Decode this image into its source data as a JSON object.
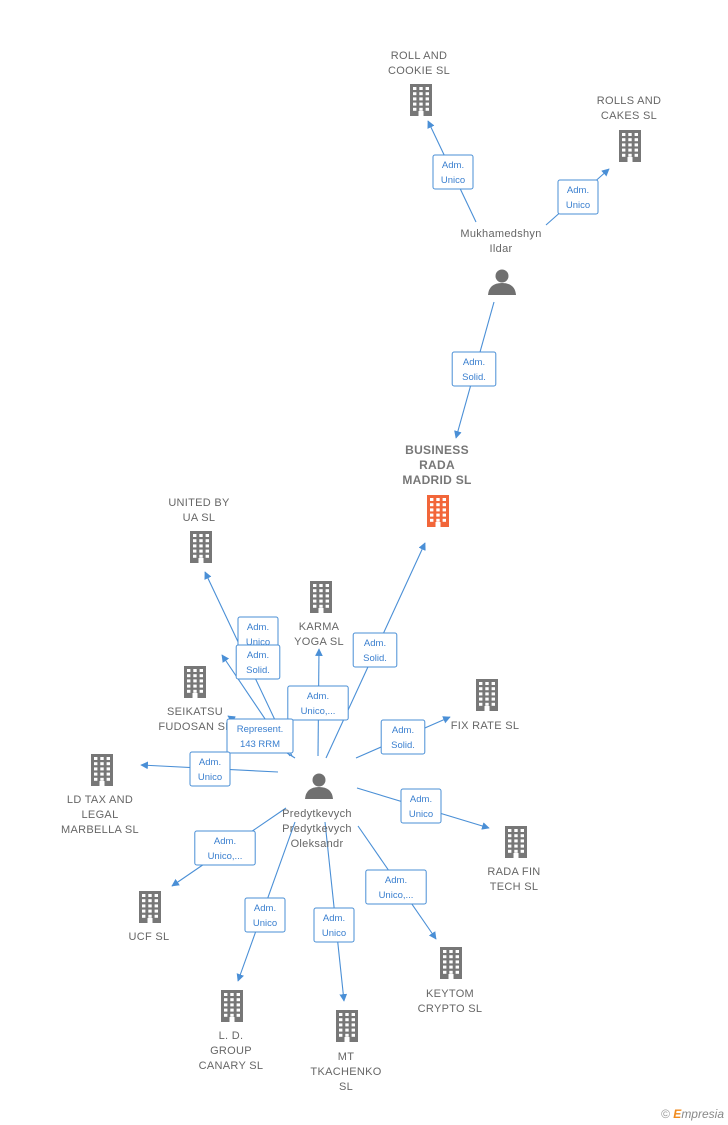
{
  "colors": {
    "edge": "#4a8fd6",
    "building": "#777777",
    "focus_building": "#f2663a",
    "person": "#707070",
    "label": "#666666"
  },
  "nodes": [
    {
      "id": "roll_and_cookie",
      "type": "company",
      "lines": [
        "ROLL AND",
        "COOKIE  SL"
      ]
    },
    {
      "id": "rolls_and_cakes",
      "type": "company",
      "lines": [
        "ROLLS AND",
        "CAKES  SL"
      ]
    },
    {
      "id": "mukhamedshyn",
      "type": "person",
      "lines": [
        "Mukhamedshyn",
        "Ildar"
      ]
    },
    {
      "id": "business_rada",
      "type": "company",
      "focus": true,
      "lines": [
        "BUSINESS",
        "RADA",
        "MADRID  SL"
      ]
    },
    {
      "id": "united_by_ua",
      "type": "company",
      "lines": [
        "UNITED BY",
        "UA  SL"
      ]
    },
    {
      "id": "karma_yoga",
      "type": "company",
      "lines": [
        "KARMA",
        "YOGA  SL"
      ]
    },
    {
      "id": "seikatsu",
      "type": "company",
      "lines": [
        "SEIKATSU",
        "FUDOSAN SL"
      ]
    },
    {
      "id": "fix_rate",
      "type": "company",
      "lines": [
        "FIX RATE  SL"
      ]
    },
    {
      "id": "ld_tax",
      "type": "company",
      "lines": [
        "LD TAX AND",
        "LEGAL",
        "MARBELLA  SL"
      ]
    },
    {
      "id": "predytkevych",
      "type": "person",
      "lines": [
        "Predytkevych",
        "Predytkevych",
        "Oleksandr"
      ]
    },
    {
      "id": "rada_fin",
      "type": "company",
      "lines": [
        "RADA FIN",
        "TECH  SL"
      ]
    },
    {
      "id": "ucf",
      "type": "company",
      "lines": [
        "UCF  SL"
      ]
    },
    {
      "id": "keytom",
      "type": "company",
      "lines": [
        "KEYTOM",
        "CRYPTO  SL"
      ]
    },
    {
      "id": "ld_group",
      "type": "company",
      "lines": [
        "L. D.",
        "GROUP",
        "CANARY  SL"
      ]
    },
    {
      "id": "mt_tkachenko",
      "type": "company",
      "lines": [
        "MT",
        "TKACHENKO",
        "SL"
      ]
    }
  ],
  "edges": [
    {
      "from": "mukhamedshyn",
      "to": "roll_and_cookie",
      "label": [
        "Adm.",
        "Unico"
      ]
    },
    {
      "from": "mukhamedshyn",
      "to": "rolls_and_cakes",
      "label": [
        "Adm.",
        "Unico"
      ]
    },
    {
      "from": "mukhamedshyn",
      "to": "business_rada",
      "label": [
        "Adm.",
        "Solid."
      ]
    },
    {
      "from": "predytkevych",
      "to": "business_rada",
      "label": [
        "Adm.",
        "Solid."
      ]
    },
    {
      "from": "predytkevych",
      "to": "united_by_ua",
      "label": [
        "Adm.",
        "Unico"
      ]
    },
    {
      "from": "predytkevych",
      "to": "seikatsu",
      "label": [
        "Adm.",
        "Solid."
      ]
    },
    {
      "from": "predytkevych",
      "to": "karma_yoga",
      "label": [
        "Adm.",
        "Unico,..."
      ]
    },
    {
      "from": "predytkevych",
      "to": "seikatsu",
      "label": [
        "Represent.",
        "143 RRM"
      ]
    },
    {
      "from": "predytkevych",
      "to": "fix_rate",
      "label": [
        "Adm.",
        "Solid."
      ]
    },
    {
      "from": "predytkevych",
      "to": "ld_tax",
      "label": [
        "Adm.",
        "Unico"
      ]
    },
    {
      "from": "predytkevych",
      "to": "rada_fin",
      "label": [
        "Adm.",
        "Unico"
      ]
    },
    {
      "from": "predytkevych",
      "to": "ucf",
      "label": [
        "Adm.",
        "Unico,..."
      ]
    },
    {
      "from": "predytkevych",
      "to": "keytom",
      "label": [
        "Adm.",
        "Unico,..."
      ]
    },
    {
      "from": "predytkevych",
      "to": "ld_group",
      "label": [
        "Adm.",
        "Unico"
      ]
    },
    {
      "from": "predytkevych",
      "to": "mt_tkachenko",
      "label": [
        "Adm.",
        "Unico"
      ]
    }
  ],
  "footer": {
    "copyright_symbol": "©",
    "brand_initial": "E",
    "brand_rest": "mpresia"
  }
}
